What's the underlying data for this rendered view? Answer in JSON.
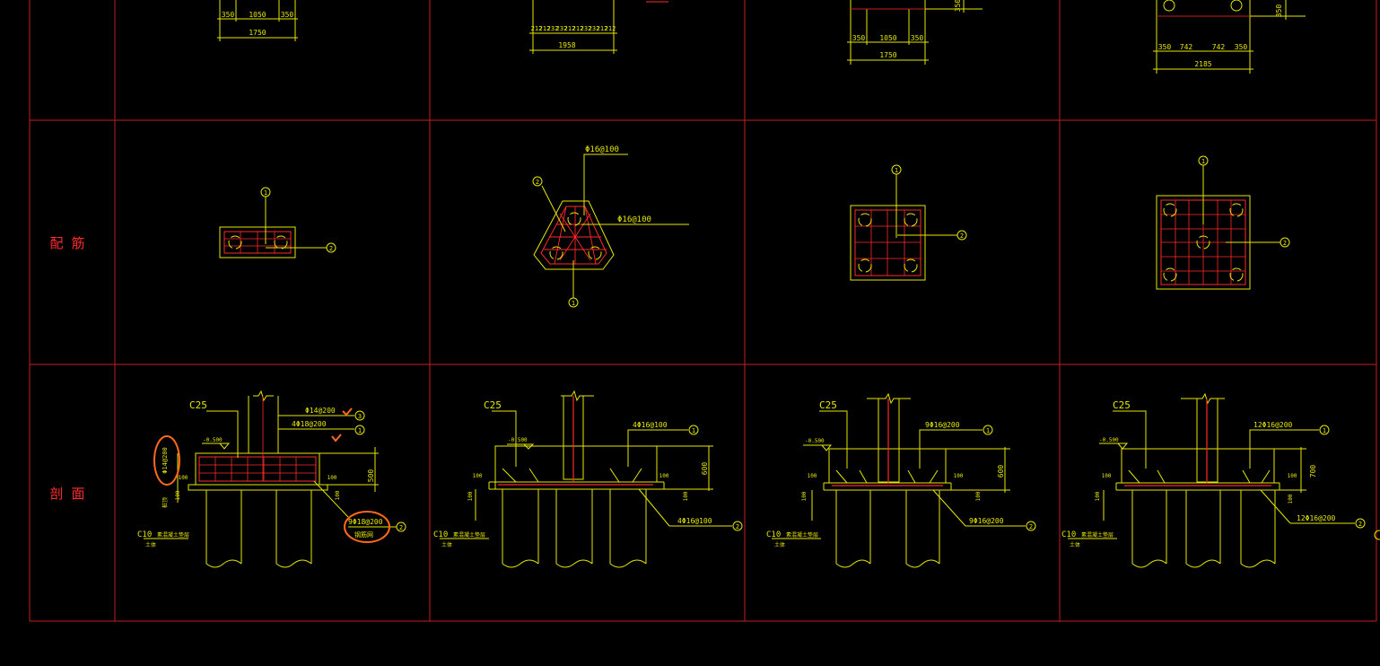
{
  "row_labels": {
    "reinforcement": "配 筋",
    "section": "剖 面"
  },
  "colors": {
    "background": "#000000",
    "grid": "#c81e1e",
    "lines": "#e6e600",
    "rebar": "#ff2a2a",
    "markup": "#ff6a1a"
  },
  "top_dims": [
    {
      "parts": [
        "350",
        "1050",
        "350"
      ],
      "total": "1750"
    },
    {
      "parts": [
        "212",
        "212",
        "232",
        "232",
        "212",
        "212",
        "232",
        "232",
        "212",
        "212"
      ],
      "total": "1958"
    },
    {
      "parts": [
        "350",
        "1050",
        "350"
      ],
      "total": "1750",
      "side": "350"
    },
    {
      "parts": [
        "350",
        "742",
        "742",
        "350"
      ],
      "total": "2185",
      "side": "350"
    }
  ],
  "plans": [
    {
      "mark_top": "1",
      "mark_side": "2"
    },
    {
      "mark_top": "2",
      "mark_bottom": "1",
      "note_1": "Φ16@100",
      "note_2": "Φ16@100"
    },
    {
      "mark_top": "1",
      "mark_side": "2"
    },
    {
      "mark_top": "1",
      "mark_side": "2"
    }
  ],
  "sections": [
    {
      "concrete": "C25",
      "elev": "-0.500",
      "callout_top_1": "Φ14@200",
      "callout_top_2": "4Φ18@200",
      "mark_top_1": "3",
      "mark_top_2": "1",
      "callout_bottom": "9Φ18@200",
      "callout_bottom_sub": "钢筋网",
      "mark_bottom": "2",
      "height": "500",
      "side_note": "Φ14@200",
      "cover_1": "100",
      "cover_2": "100",
      "cover_3": "100",
      "cover_4": "100",
      "pad": "C10",
      "pad_note": "素混凝土垫层",
      "pile_note": "桩顶",
      "soil": "土体"
    },
    {
      "concrete": "C25",
      "elev": "-0.500",
      "callout_top_1": "4Φ16@100",
      "mark_top_1": "1",
      "callout_bottom": "4Φ16@100",
      "mark_bottom": "2",
      "height": "600",
      "cover_1": "100",
      "cover_2": "100",
      "cover_3": "100",
      "cover_4": "100",
      "pad": "C10",
      "pad_note": "素混凝土垫层",
      "soil": "土体"
    },
    {
      "concrete": "C25",
      "elev": "-0.500",
      "callout_top_1": "9Φ16@200",
      "mark_top_1": "1",
      "callout_bottom": "9Φ16@200",
      "mark_bottom": "2",
      "height": "600",
      "cover_1": "100",
      "cover_2": "100",
      "cover_3": "100",
      "cover_4": "100",
      "pad": "C10",
      "pad_note": "素混凝土垫层",
      "soil": "土体"
    },
    {
      "concrete": "C25",
      "elev": "-0.500",
      "callout_top_1": "12Φ16@200",
      "mark_top_1": "1",
      "callout_bottom": "12Φ16@200",
      "mark_bottom": "2",
      "height": "700",
      "cover_1": "100",
      "cover_2": "100",
      "cover_3": "100",
      "cover_4": "100",
      "pad": "C10",
      "pad_note": "素混凝土垫层",
      "soil": "土体"
    }
  ]
}
